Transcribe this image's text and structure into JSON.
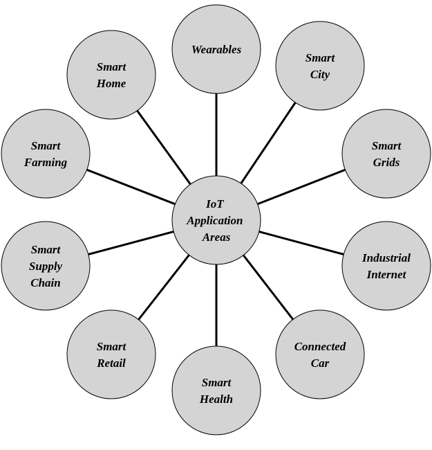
{
  "colors": {
    "node_fill": "#d4d4d4",
    "node_stroke": "#000000",
    "connector": "#000000",
    "background": "#ffffff"
  },
  "center": {
    "lines": [
      "IoT",
      "Application",
      "Areas"
    ]
  },
  "nodes": [
    {
      "id": "wearables",
      "lines": [
        "Wearables"
      ]
    },
    {
      "id": "smart-city",
      "lines": [
        "Smart",
        "City"
      ]
    },
    {
      "id": "smart-grids",
      "lines": [
        "Smart",
        "Grids"
      ]
    },
    {
      "id": "industrial-internet",
      "lines": [
        "Industrial",
        "Internet"
      ]
    },
    {
      "id": "connected-car",
      "lines": [
        "Connected",
        "Car"
      ]
    },
    {
      "id": "smart-health",
      "lines": [
        "Smart",
        "Health"
      ]
    },
    {
      "id": "smart-retail",
      "lines": [
        "Smart",
        "Retail"
      ]
    },
    {
      "id": "smart-supply-chain",
      "lines": [
        "Smart",
        "Supply",
        "Chain"
      ]
    },
    {
      "id": "smart-farming",
      "lines": [
        "Smart",
        "Farming"
      ]
    },
    {
      "id": "smart-home",
      "lines": [
        "Smart",
        "Home"
      ]
    }
  ]
}
